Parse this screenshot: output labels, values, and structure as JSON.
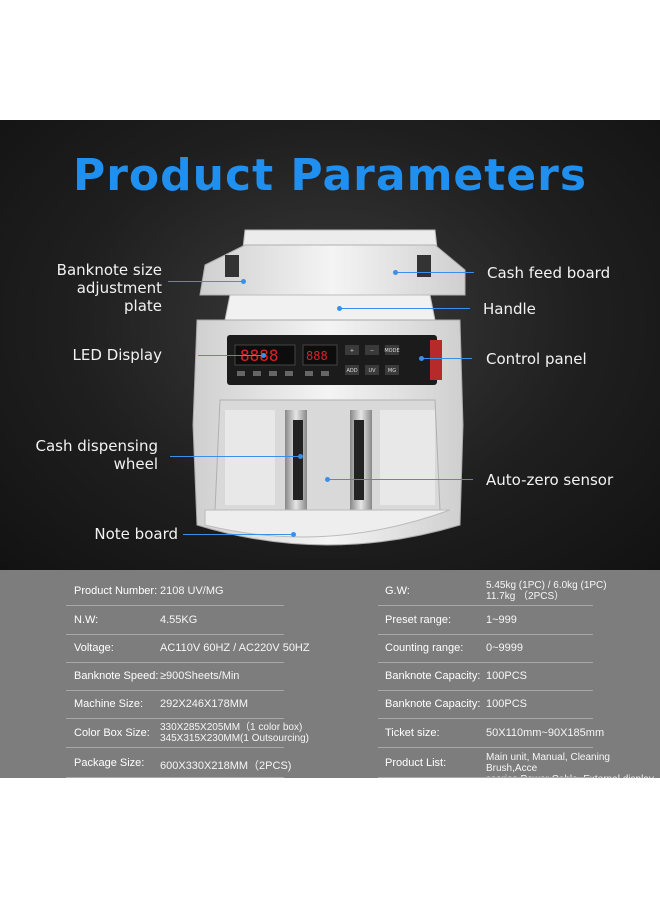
{
  "title": "Product Parameters",
  "callouts": {
    "banknote_size": [
      "Banknote size",
      "adjustment plate"
    ],
    "led_display": "LED Display",
    "cash_dispensing": [
      "Cash dispensing",
      "wheel"
    ],
    "note_board": "Note board",
    "cash_feed_board": "Cash feed board",
    "handle": "Handle",
    "control_panel": "Control panel",
    "auto_zero": "Auto-zero sensor"
  },
  "display": {
    "digits_left": "8888",
    "digits_right": "888",
    "buttons_top": [
      "+",
      "−",
      "MODE"
    ],
    "buttons_bottom": [
      "ADD",
      "UV",
      "MG"
    ]
  },
  "specs_left": [
    {
      "key": "Product Number:",
      "value": "2108 UV/MG"
    },
    {
      "key": "N.W:",
      "value": "4.55KG"
    },
    {
      "key": "Voltage:",
      "value": "AC110V 60HZ / AC220V 50HZ"
    },
    {
      "key": "Banknote Speed:",
      "value": "≥900Sheets/Min"
    },
    {
      "key": "Machine Size:",
      "value": "292X246X178MM"
    },
    {
      "key": "Color Box Size:",
      "value_lines": [
        "330X285X205MM（1 color box)",
        "345X315X230MM(1 Outsourcing)"
      ]
    },
    {
      "key": "Package Size:",
      "value": "600X330X218MM（2PCS)"
    }
  ],
  "specs_right": [
    {
      "key": "G.W:",
      "value_lines": [
        "5.45kg (1PC) / 6.0kg (1PC)",
        "11.7kg （2PCS）"
      ]
    },
    {
      "key": "Preset range:",
      "value": "1~999"
    },
    {
      "key": "Counting range:",
      "value": "0~9999"
    },
    {
      "key": "Banknote Capacity:",
      "value": "100PCS"
    },
    {
      "key": "Banknote Capacity:",
      "value": "100PCS"
    },
    {
      "key": "Ticket size:",
      "value": "50X110mm~90X185mm"
    },
    {
      "key": "Product List:",
      "value_lines": [
        "Main unit, Manual, Cleaning Brush,Acce",
        "ssories,Power Cable, External display"
      ]
    }
  ],
  "colors": {
    "title": "#1f8ff0",
    "callout_line": "#3b8fe8",
    "spec_bg": "#7d7d7d"
  }
}
